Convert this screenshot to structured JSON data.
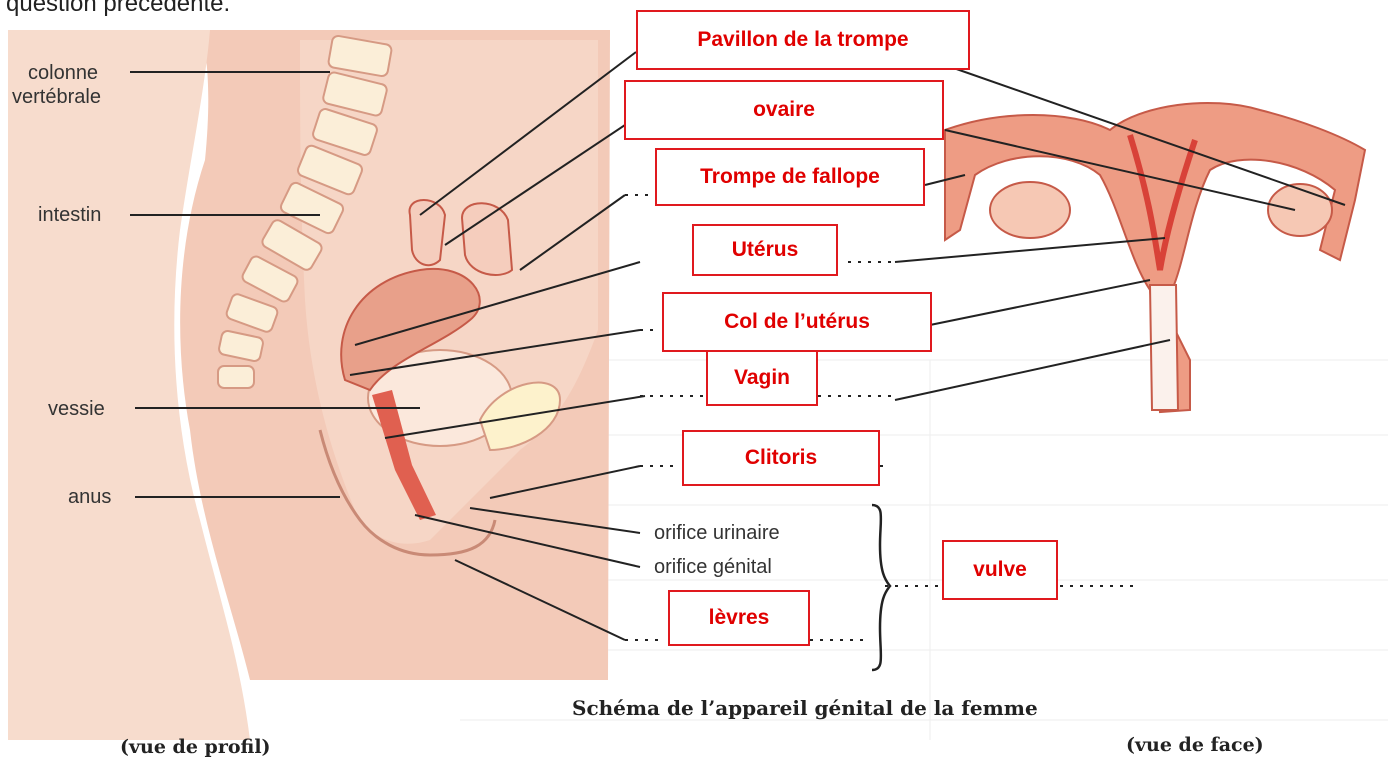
{
  "heading_fragment": "question précédente.",
  "profile_labels": {
    "colonne": "colonne",
    "vertebrale": "vertébrale",
    "intestin": "intestin",
    "vessie": "vessie",
    "anus": "anus",
    "orifice_urinaire": "orifice urinaire",
    "orifice_genital": "orifice génital"
  },
  "answer_boxes": {
    "pavillon": "Pavillon de la trompe",
    "ovaire": "ovaire",
    "trompe": "Trompe de fallope",
    "uterus": "Utérus",
    "col": "Col de l’utérus",
    "vagin": "Vagin",
    "clitoris": "Clitoris",
    "vulve": "vulve",
    "levres": "lèvres"
  },
  "captions": {
    "title": "Schéma de l’appareil génital de la femme",
    "left": "(vue de profil)",
    "right": "(vue de face)"
  },
  "colors": {
    "answer_text": "#e00000",
    "answer_border": "#e0191e",
    "skin": "#f2c4b4",
    "organ": "#e8a08a",
    "lining": "#e06050",
    "bone": "#fbeed8"
  }
}
